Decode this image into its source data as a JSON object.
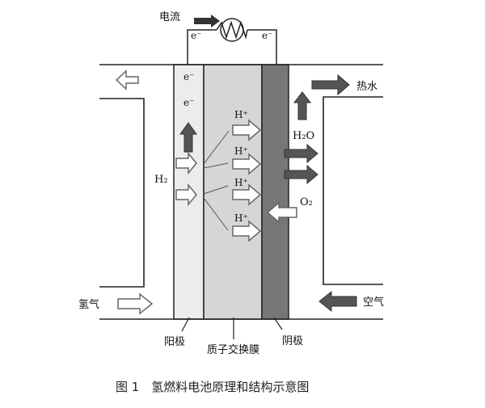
{
  "labels": {
    "current": "电流",
    "electron": "e⁻",
    "proton": "H⁺",
    "hydrogen": "H₂",
    "water": "H₂O",
    "oxygen": "O₂",
    "hot_water": "热水",
    "hydrogen_gas": "氢气",
    "air": "空气",
    "anode": "阳极",
    "membrane": "质子交换膜",
    "cathode": "阴极"
  },
  "caption": "图 1　氢燃料电池原理和结构示意图",
  "colors": {
    "anode_fill": "#ececec",
    "membrane_fill": "#d6d6d6",
    "cathode_fill": "#777777",
    "dark_arrow": "#555555",
    "light_arrow": "#ffffff",
    "line": "#222222"
  }
}
